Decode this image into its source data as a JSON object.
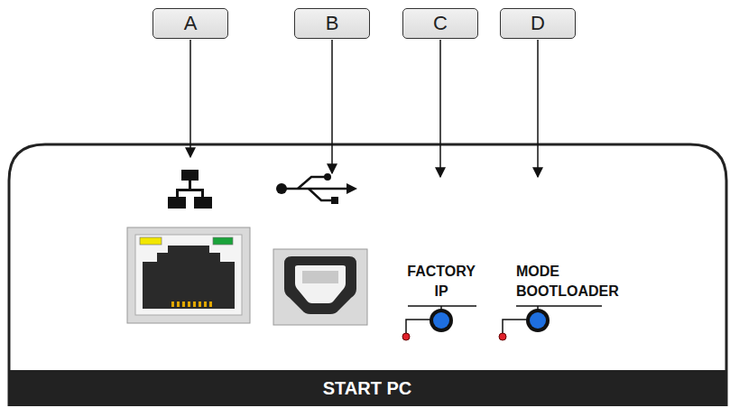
{
  "diagram": {
    "nodes": [
      {
        "text": [
          "A"
        ]
      },
      {
        "text": [
          "B"
        ]
      },
      {
        "text": [
          "C"
        ]
      },
      {
        "text": [
          "D"
        ]
      }
    ],
    "labels": [
      "FACTORY IP",
      "MODE BOOTLOADER",
      "START PC"
    ]
  }
}
